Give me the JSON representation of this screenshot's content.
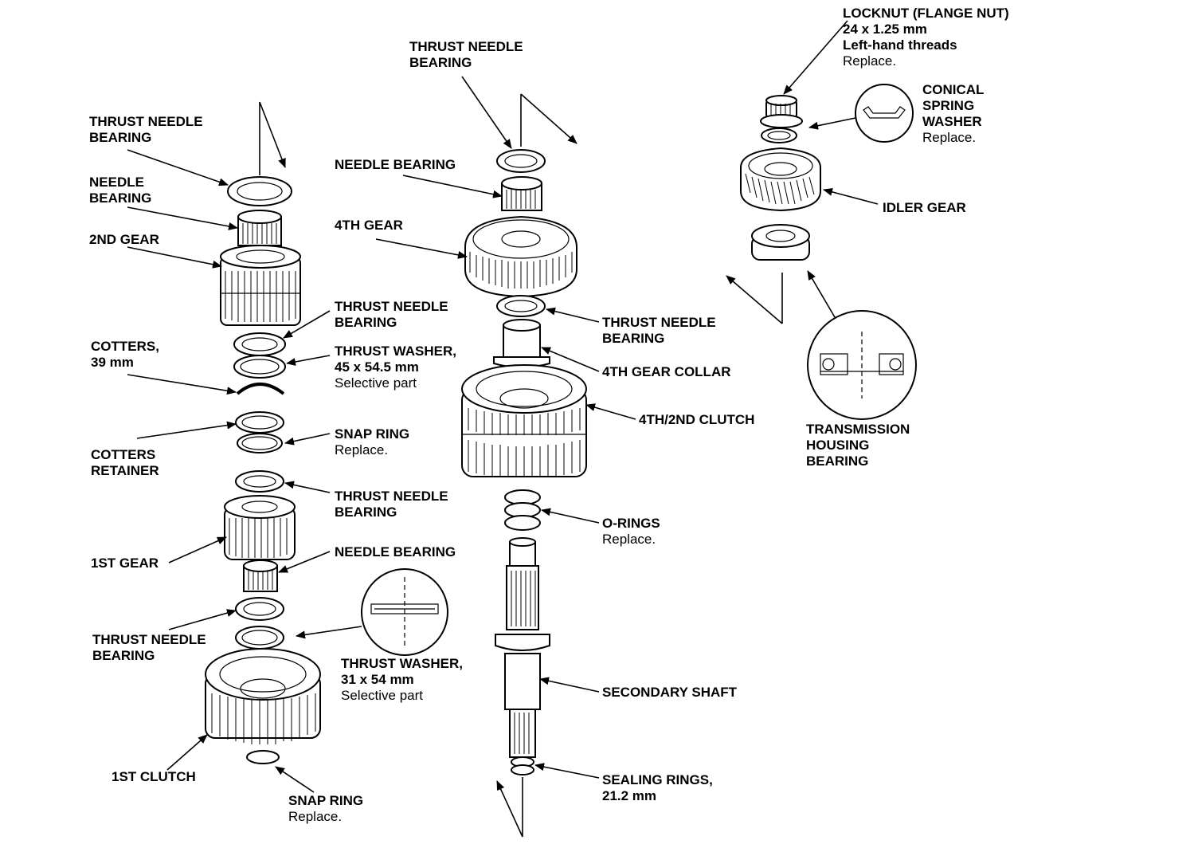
{
  "labels": {
    "left_thrust_needle_bearing_top": [
      "THRUST NEEDLE",
      "BEARING"
    ],
    "left_needle_bearing_top": [
      "NEEDLE",
      "BEARING"
    ],
    "second_gear": [
      "2ND GEAR"
    ],
    "cotters": [
      "COTTERS,",
      "39 mm"
    ],
    "cotters_retainer": [
      "COTTERS",
      "RETAINER"
    ],
    "first_gear": [
      "1ST GEAR"
    ],
    "left_thrust_needle_bearing_low": [
      "THRUST NEEDLE",
      "BEARING"
    ],
    "first_clutch": [
      "1ST CLUTCH"
    ],
    "thrust_needle_bearing_mid": [
      "THRUST NEEDLE",
      "BEARING"
    ],
    "thrust_washer_45": [
      "THRUST WASHER,",
      "45 x 54.5 mm"
    ],
    "thrust_washer_45_note": "Selective part",
    "snap_ring_mid": [
      "SNAP RING"
    ],
    "snap_ring_mid_note": "Replace.",
    "thrust_needle_bearing_mid2": [
      "THRUST NEEDLE",
      "BEARING"
    ],
    "needle_bearing_mid": [
      "NEEDLE BEARING"
    ],
    "thrust_washer_31": [
      "THRUST WASHER,",
      "31 x 54 mm"
    ],
    "thrust_washer_31_note": "Selective part",
    "snap_ring_low": [
      "SNAP RING"
    ],
    "snap_ring_low_note": "Replace.",
    "center_thrust_needle_bearing_top": [
      "THRUST NEEDLE",
      "BEARING"
    ],
    "center_needle_bearing": [
      "NEEDLE BEARING"
    ],
    "fourth_gear": [
      "4TH GEAR"
    ],
    "center_thrust_needle_bearing": [
      "THRUST NEEDLE",
      "BEARING"
    ],
    "fourth_gear_collar": [
      "4TH GEAR COLLAR"
    ],
    "fourth_second_clutch": [
      "4TH/2ND CLUTCH"
    ],
    "o_rings": [
      "O-RINGS"
    ],
    "o_rings_note": "Replace.",
    "secondary_shaft": [
      "SECONDARY SHAFT"
    ],
    "sealing_rings": [
      "SEALING RINGS,",
      "21.2 mm"
    ],
    "locknut": [
      "LOCKNUT (FLANGE NUT)",
      "24 x 1.25 mm",
      "Left-hand threads"
    ],
    "locknut_note": "Replace.",
    "conical_spring_washer": [
      "CONICAL",
      "SPRING",
      "WASHER"
    ],
    "conical_spring_washer_note": "Replace.",
    "idler_gear": [
      "IDLER GEAR"
    ],
    "transmission_housing_bearing": [
      "TRANSMISSION",
      "HOUSING",
      "BEARING"
    ]
  }
}
